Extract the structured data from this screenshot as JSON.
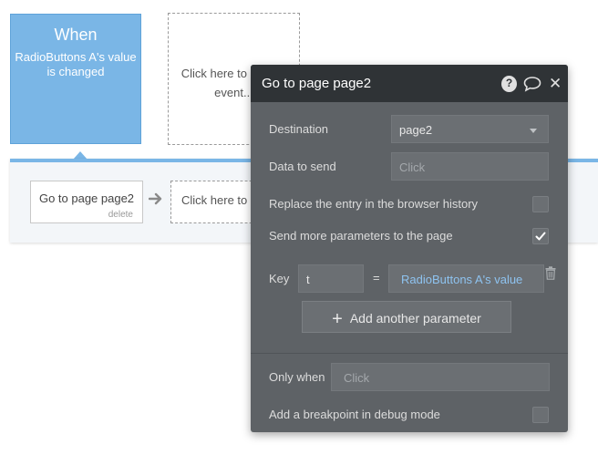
{
  "event": {
    "title": "When",
    "description": "RadioButtons A's value is changed"
  },
  "add_event": {
    "label": "Click here to add an event..."
  },
  "action": {
    "label": "Go to page page2",
    "delete_label": "delete"
  },
  "add_action": {
    "label": "Click here to add an action..."
  },
  "popup": {
    "title": "Go to page page2",
    "destination_label": "Destination",
    "destination_value": "page2",
    "data_to_send_label": "Data to send",
    "data_to_send_placeholder": "Click",
    "replace_history_label": "Replace the entry in the browser history",
    "replace_history_checked": false,
    "send_params_label": "Send more parameters to the page",
    "send_params_checked": true,
    "key_label": "Key",
    "key_value": "t",
    "equals": "=",
    "param_value": "RadioButtons A's value",
    "add_param_label": "Add another parameter",
    "only_when_label": "Only when",
    "only_when_placeholder": "Click",
    "breakpoint_label": "Add a breakpoint in debug mode",
    "breakpoint_checked": false
  },
  "icons": {
    "help": "question-circle-icon",
    "comment": "speech-bubble-icon",
    "close": "close-icon",
    "trash": "trash-icon",
    "arrow": "arrow-right-icon",
    "plus": "plus-icon"
  },
  "colors": {
    "event_blue": "#7ab6e6",
    "popup_bg": "#5e6266",
    "popup_header": "#2f3336",
    "dynamic_text": "#8ec3f0"
  }
}
